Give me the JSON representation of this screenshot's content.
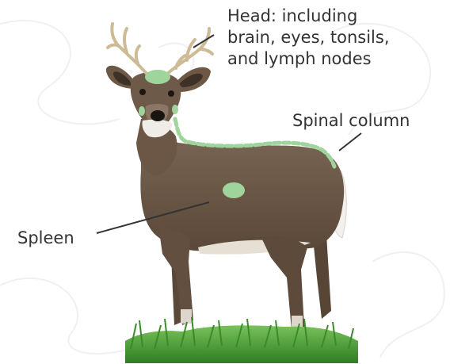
{
  "labels": {
    "head": [
      "Head: including",
      "brain, eyes, tonsils,",
      "and lymph nodes"
    ],
    "spinal_column": "Spinal column",
    "spleen": "Spleen"
  },
  "colors": {
    "highlight": "#9fd49c",
    "deer_coat": "#6f5a48",
    "deer_dark": "#4d3d31",
    "deer_light": "#e9e4dc",
    "antler": "#cdbb96",
    "grass": "#4fa33a",
    "leader_line": "#333333"
  }
}
